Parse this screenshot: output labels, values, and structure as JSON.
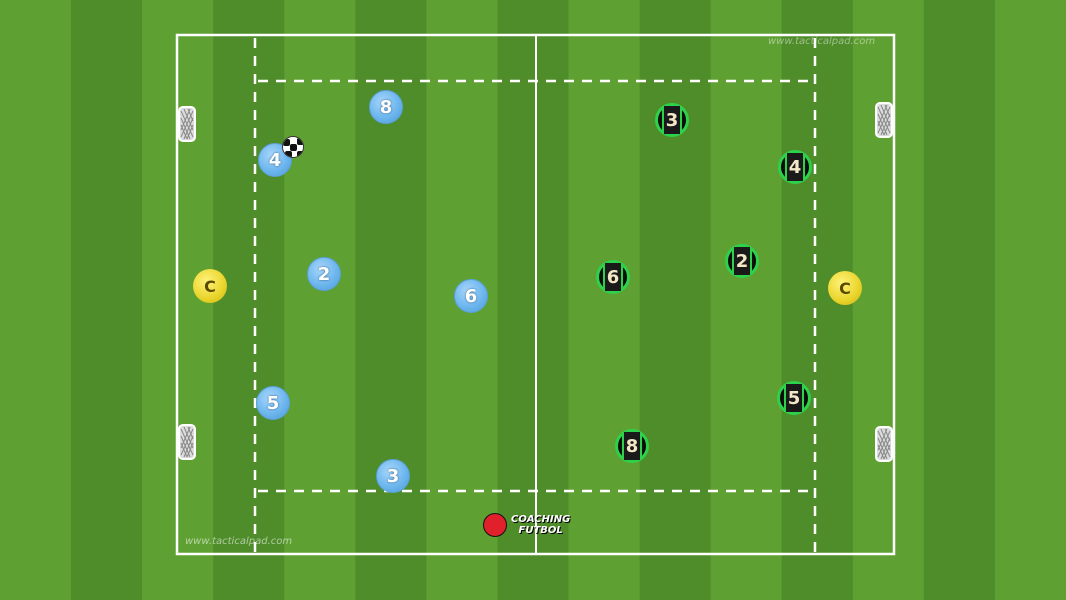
{
  "watermark_top": "www.tacticalpad.com",
  "watermark_bottom": "www.tacticalpad.com",
  "logo": {
    "line1": "COACHING",
    "line2": "FUTBOL"
  },
  "colors": {
    "team_blue": "#6db6ee",
    "team_green": "#2ed14a",
    "coach": "#e9d42a",
    "grass_light": "#5fa033",
    "grass_dark": "#4f8c2a"
  },
  "blue_players": [
    {
      "num": "8",
      "id": "blue-8"
    },
    {
      "num": "4",
      "id": "blue-4"
    },
    {
      "num": "2",
      "id": "blue-2"
    },
    {
      "num": "6",
      "id": "blue-6"
    },
    {
      "num": "5",
      "id": "blue-5"
    },
    {
      "num": "3",
      "id": "blue-3"
    }
  ],
  "green_players": [
    {
      "num": "3",
      "id": "green-3"
    },
    {
      "num": "4",
      "id": "green-4"
    },
    {
      "num": "6",
      "id": "green-6"
    },
    {
      "num": "2",
      "id": "green-2"
    },
    {
      "num": "5",
      "id": "green-5"
    },
    {
      "num": "8",
      "id": "green-8"
    }
  ],
  "coaches": [
    {
      "label": "C",
      "id": "coach-left"
    },
    {
      "label": "C",
      "id": "coach-right"
    }
  ]
}
